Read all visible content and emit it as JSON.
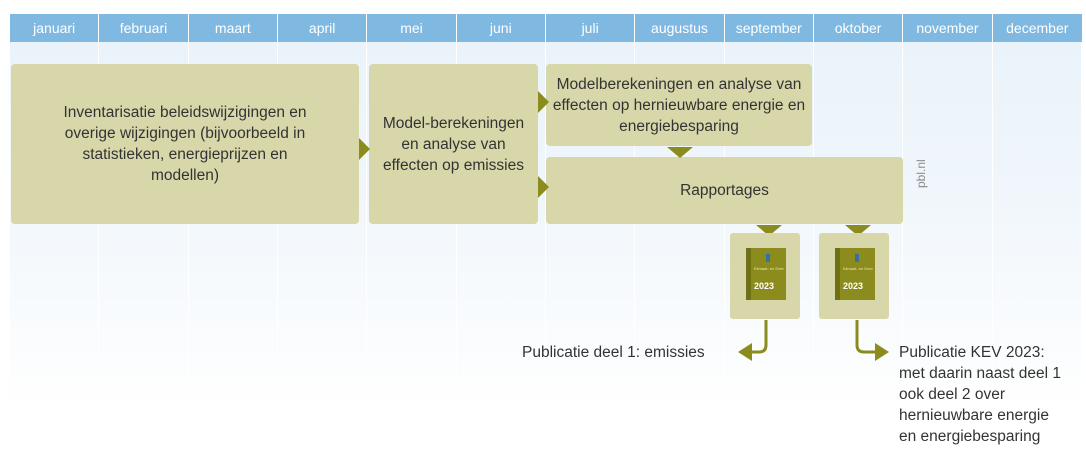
{
  "months": [
    "januari",
    "februari",
    "maart",
    "april",
    "mei",
    "juni",
    "juli",
    "augustus",
    "september",
    "oktober",
    "november",
    "december"
  ],
  "boxes": {
    "inventarisatie": "Inventarisatie beleidswijzigingen en overige wijzigingen (bijvoorbeeld in statistieken, energieprijzen en modellen)",
    "model_emissies": "Model-berekeningen en analyse van effecten op emissies",
    "model_hernieuwbaar": "Modelberekeningen en analyse van effecten op hernieuwbare energie en energiebesparing",
    "rapportages": "Rapportages"
  },
  "reports": {
    "cover_title": "Klimaat- en Energieverkenning",
    "year": "2023"
  },
  "publications": {
    "deel1": "Publicatie deel 1: emissies",
    "kev": [
      "Publicatie KEV 2023:",
      "met daarin naast deel 1",
      "ook deel 2 over",
      "hernieuwbare energie",
      "en energiebesparing"
    ]
  },
  "watermark": "pbl.nl",
  "colors": {
    "month_header": "#7fb9e2",
    "box": "#d7d7aa",
    "arrow": "#8c8c1e"
  }
}
